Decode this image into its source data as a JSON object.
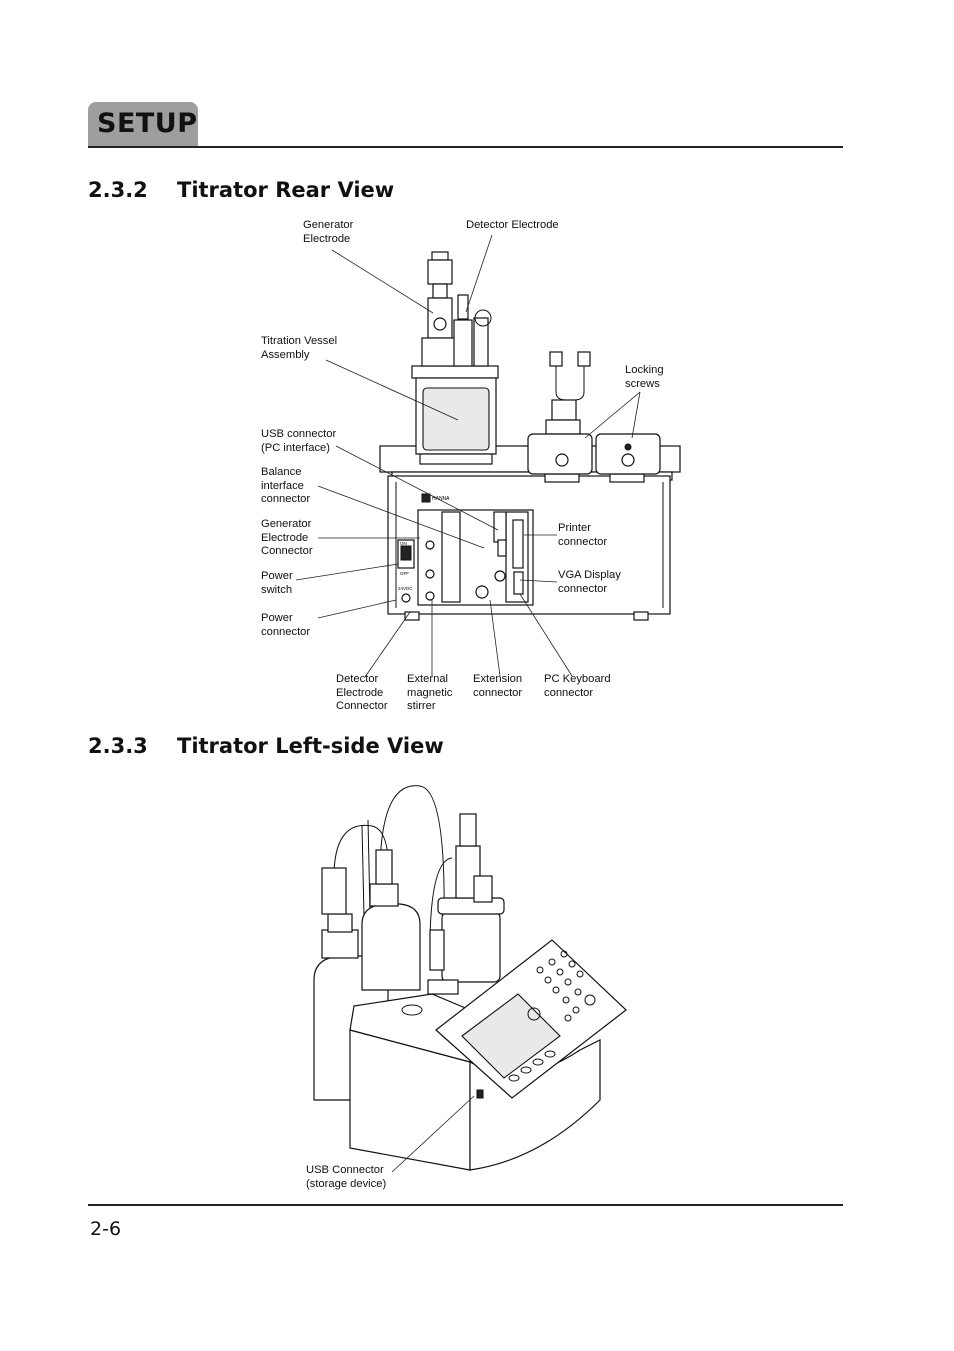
{
  "header": {
    "tab_label": "SETUP"
  },
  "section_rear": {
    "number": "2.3.2",
    "title": "Titrator Rear View",
    "labels": {
      "generator_electrode": "Generator\nElectrode",
      "detector_electrode": "Detector Electrode",
      "titration_vessel": "Titration Vessel\nAssembly",
      "locking_screws": "Locking\nscrews",
      "usb_connector_pc": "USB connector\n(PC interface)",
      "balance_interface": "Balance\ninterface\nconnector",
      "generator_electrode_connector": "Generator\nElectrode\nConnector",
      "power_switch": "Power\nswitch",
      "power_connector": "Power\nconnector",
      "printer_connector": "Printer\nconnector",
      "vga_display_connector": "VGA Display\nconnector",
      "detector_electrode_connector": "Detector\nElectrode\nConnector",
      "external_magnetic_stirrer": "External\nmagnetic\nstirrer",
      "extension_connector": "Extension\nconnector",
      "pc_keyboard_connector": "PC Keyboard\nconnector"
    }
  },
  "section_left": {
    "number": "2.3.3",
    "title": "Titrator Left-side View",
    "labels": {
      "usb_connector_storage": "USB Connector\n(storage device)"
    }
  },
  "footer": {
    "page_number": "2-6"
  }
}
